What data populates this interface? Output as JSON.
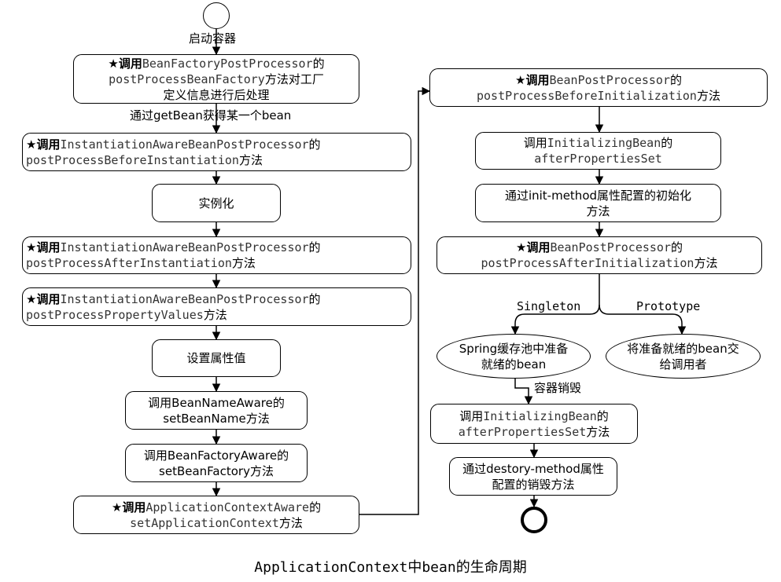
{
  "nodes": {
    "start_label": "启动容器",
    "bfpp": [
      "★调用",
      "BeanFactoryPostProcessor",
      "的",
      "postProcessBeanFactory",
      "方法对工厂",
      "定义信息进行后处理"
    ],
    "getbean_label": "通过getBean获得某一个bean",
    "iabpp_before": [
      "★调用",
      "InstantiationAwareBeanPostProcessor",
      "的",
      "postProcessBeforeInstantiation",
      "方法"
    ],
    "instantiate": "实例化",
    "iabpp_after": [
      "★调用",
      "InstantiationAwareBeanPostProcessor",
      "的",
      "postProcessAfterInstantiation",
      "方法"
    ],
    "iabpp_props": [
      "★调用",
      "InstantiationAwareBeanPostProcessor",
      "的",
      "postProcessPropertyValues",
      "方法"
    ],
    "set_props": "设置属性值",
    "bean_name_aware": [
      "调用BeanNameAware的",
      "setBeanName方法"
    ],
    "bean_factory_aware": [
      "调用BeanFactoryAware的",
      "setBeanFactory方法"
    ],
    "app_ctx_aware": [
      "★调用",
      "ApplicationContextAware",
      "的",
      "setApplicationContext",
      "方法"
    ],
    "bpp_before": [
      "★调用",
      "BeanPostProcessor",
      "的",
      "postProcessBeforeInitialization",
      "方法"
    ],
    "initializing_bean": [
      "调用",
      "InitializingBean",
      "的",
      "afterPropertiesSet"
    ],
    "init_method": [
      "通过init-method属性配置的初始化",
      "方法"
    ],
    "bpp_after": [
      "★调用",
      "BeanPostProcessor",
      "的",
      "postProcessAfterInitialization",
      "方法"
    ],
    "singleton_label": "Singleton",
    "prototype_label": "Prototype",
    "singleton_cache": [
      "Spring缓存池中准备",
      "就绪的bean"
    ],
    "prototype_handoff": [
      "将准备就绪的bean交",
      "给调用者"
    ],
    "destroy_label": "容器销毁",
    "destroy_initializing": [
      "调用",
      "InitializingBean",
      "的",
      "afterPropertiesSet",
      "方法"
    ],
    "destroy_method": [
      "通过destory-method属性",
      "配置的销毁方法"
    ]
  },
  "caption": "ApplicationContext中bean的生命周期"
}
